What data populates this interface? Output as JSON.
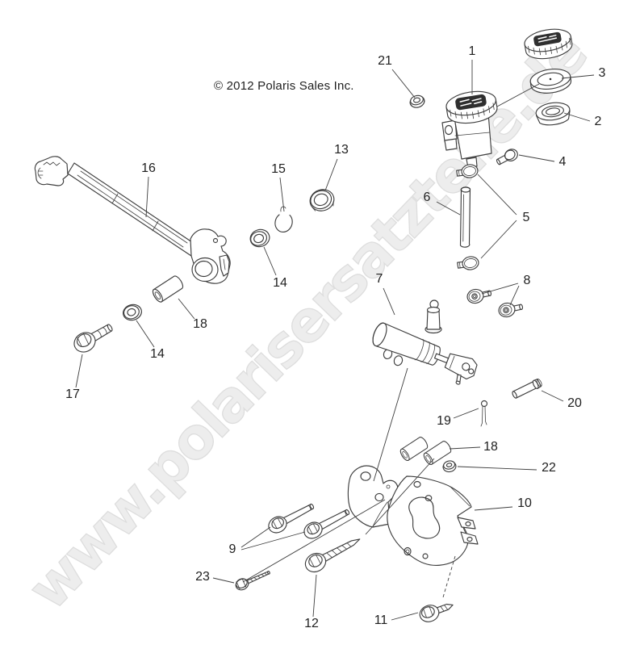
{
  "watermark": {
    "text": "www.polarisersatzteile.de"
  },
  "copyright": {
    "text": "© 2012 Polaris Sales Inc."
  },
  "callouts": {
    "c1": {
      "label": "1"
    },
    "c2": {
      "label": "2"
    },
    "c3": {
      "label": "3"
    },
    "c4": {
      "label": "4"
    },
    "c5": {
      "label": "5"
    },
    "c6": {
      "label": "6"
    },
    "c7": {
      "label": "7"
    },
    "c8": {
      "label": "8"
    },
    "c9": {
      "label": "9"
    },
    "c10": {
      "label": "10"
    },
    "c11": {
      "label": "11"
    },
    "c12": {
      "label": "12"
    },
    "c13": {
      "label": "13"
    },
    "c14a": {
      "label": "14"
    },
    "c14b": {
      "label": "14"
    },
    "c15": {
      "label": "15"
    },
    "c16": {
      "label": "16"
    },
    "c17": {
      "label": "17"
    },
    "c18a": {
      "label": "18"
    },
    "c18b": {
      "label": "18"
    },
    "c19": {
      "label": "19"
    },
    "c20": {
      "label": "20"
    },
    "c21": {
      "label": "21"
    },
    "c22": {
      "label": "22"
    },
    "c23": {
      "label": "23"
    }
  },
  "colors": {
    "background": "#ffffff",
    "line": "#3e3e3e",
    "label": "#1f1f1f",
    "watermark_fill": "#ededed",
    "watermark_stroke": "#dddddd",
    "cap_dark": "#2f2f2f"
  }
}
